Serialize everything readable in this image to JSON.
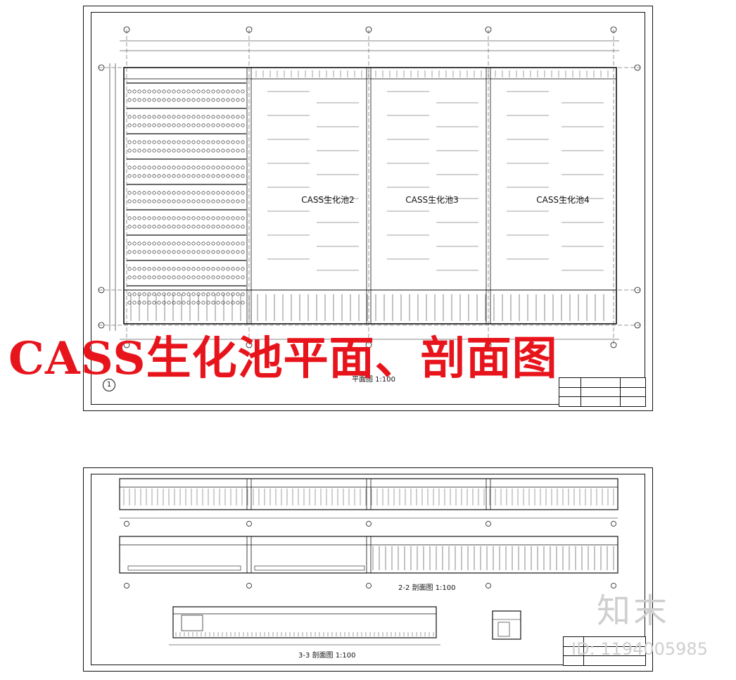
{
  "plan": {
    "tanks": [
      {
        "label": ""
      },
      {
        "label": "CASS生化池2"
      },
      {
        "label": "CASS生化池3"
      },
      {
        "label": "CASS生化池4"
      }
    ],
    "caption": "平面图 1:100",
    "marker": "1"
  },
  "sections": {
    "s22_caption": "2-2 剖面图 1:100",
    "s33_caption": "3-3 剖面图 1:100"
  },
  "overlay": {
    "headline": "CASS生化池平面、剖面图",
    "logo": "知末",
    "id_text": "ID: 1194005985",
    "headline_color": "#e8141c"
  }
}
